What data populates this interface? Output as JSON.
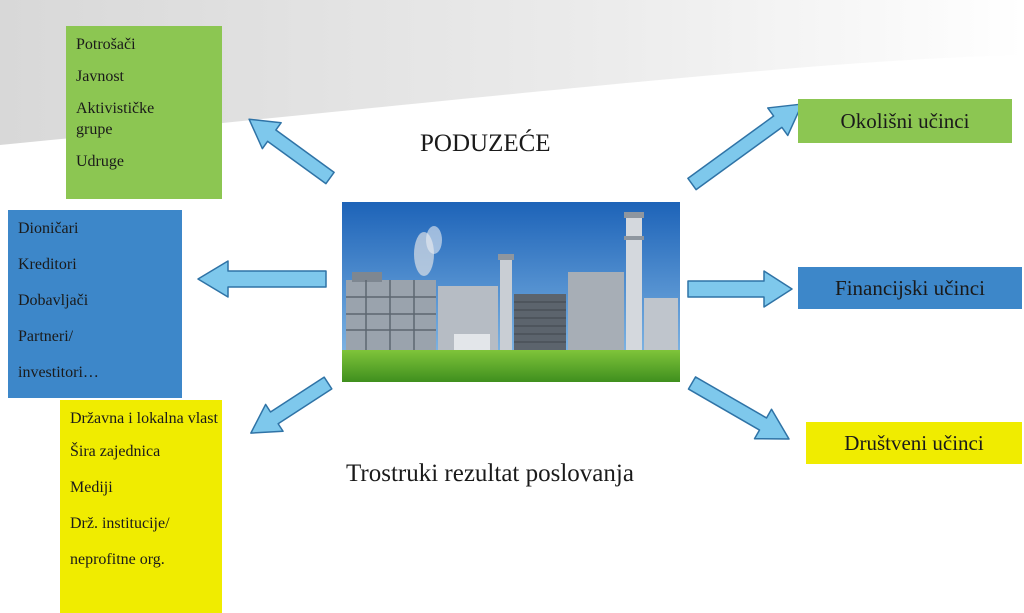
{
  "left_boxes": {
    "green": [
      "Potrošači",
      "Javnost",
      "Aktivističke grupe",
      "Udruge"
    ],
    "blue": [
      "Dioničari",
      "Kreditori",
      "Dobavljači",
      "Partneri/",
      "investitori…"
    ],
    "yellow": [
      "Državna i lokalna vlast",
      "Šira zajednica",
      "Mediji",
      "Drž. institucije/",
      "neprofitne org."
    ]
  },
  "center": {
    "title": "PODUZEĆE",
    "subtitle": "Trostruki rezultat poslovanja"
  },
  "right_boxes": {
    "environmental": "Okolišni učinci",
    "financial": "Financijski učinci",
    "social": "Društveni učinci"
  },
  "colors": {
    "green": "#8cc652",
    "blue": "#3d87c9",
    "yellow": "#f0ec00",
    "arrow_fill": "#7ec8ec",
    "arrow_stroke": "#2f73a6"
  }
}
